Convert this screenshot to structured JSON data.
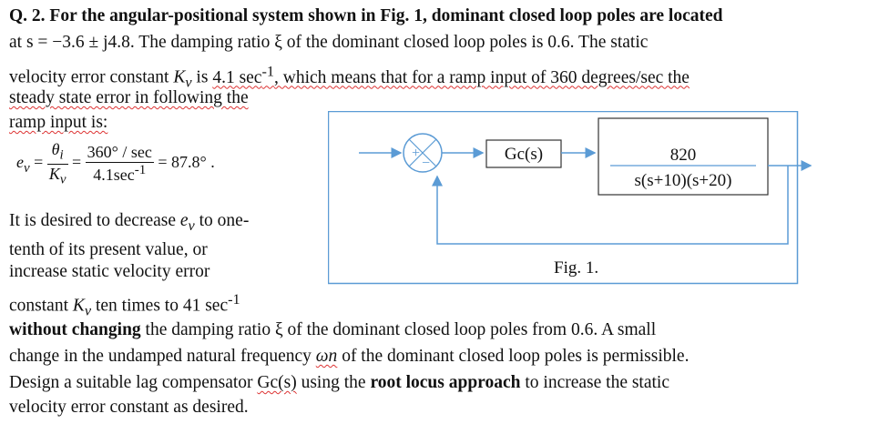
{
  "problem": {
    "line1": "Q. 2.  For the angular-positional system shown in Fig. 1, dominant closed loop poles are located",
    "line2_a": "at  s = −3.6 ± j4.8.  The damping ratio ξ of the dominant closed loop poles is 0.6.  The static",
    "line3_a": "velocity error constant ",
    "K": "K",
    "v_sub": "v",
    "line3_b": " is ",
    "line3_c": "4.1 sec",
    "sup_m1": "-1",
    "line3_d": ", which means that for a ramp input of 360 degrees/sec the",
    "line4": "steady state error in following the",
    "line5": "ramp input is:",
    "eq_lhs": "e",
    "eq_theta": "θ",
    "eq_i": "i",
    "eq_num2": "360° / sec",
    "eq_den2": "4.1sec",
    "eq_result": "= 87.8° .",
    "line6_a": "It is desired to decrease ",
    "line6_b": " to one-",
    "line7": "tenth of its present value, or",
    "line8": "increase static velocity error",
    "line9_a": "constant ",
    "line9_b": " ten times to 41 sec",
    "line10_bold": "without changing",
    "line10_rest": " the damping ratio ξ of the dominant closed loop poles from 0.6.  A small",
    "line11_a": "change in the undamped natural frequency ",
    "line11_w": "ωn",
    "line11_b": " of the dominant closed loop poles is permissible.",
    "line12_a": "Design a suitable lag compensator ",
    "line12_g": "Gc(s)",
    "line12_b": " using the ",
    "line12_bold": "root locus approach",
    "line12_c": " to increase the static",
    "line13": "velocity error constant as desired."
  },
  "figure": {
    "compensator_label": "Gc(s)",
    "plant_numerator": "820",
    "plant_denominator": "s(s+10)(s+20)",
    "caption": "Fig. 1.",
    "line_color": "#5b9bd5",
    "border_color": "#5b9bd5"
  }
}
